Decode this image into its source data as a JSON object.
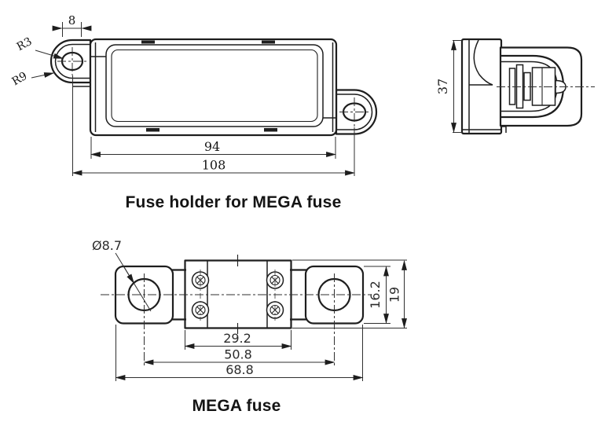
{
  "drawing": {
    "type": "technical-drawing",
    "ink_color": "#1e1e1e",
    "dim_color": "#2f2f2f",
    "background": "#ffffff"
  },
  "captions": {
    "fuse_holder": "Fuse holder for MEGA fuse",
    "mega_fuse": "MEGA fuse"
  },
  "fuse_holder_front": {
    "dim_tab_width": "8",
    "dim_hole_radius": "R3",
    "dim_lobe_radius": "R9",
    "dim_body_length": "94",
    "dim_overall_length": "108"
  },
  "fuse_holder_side": {
    "dim_height": "37"
  },
  "mega_fuse": {
    "dim_hole_diameter": "Ø8.7",
    "dim_terminal_height": "16.2",
    "dim_overall_height": "19",
    "dim_inner_length": "29.2",
    "dim_hole_spacing": "50.8",
    "dim_overall_length": "68.8"
  }
}
